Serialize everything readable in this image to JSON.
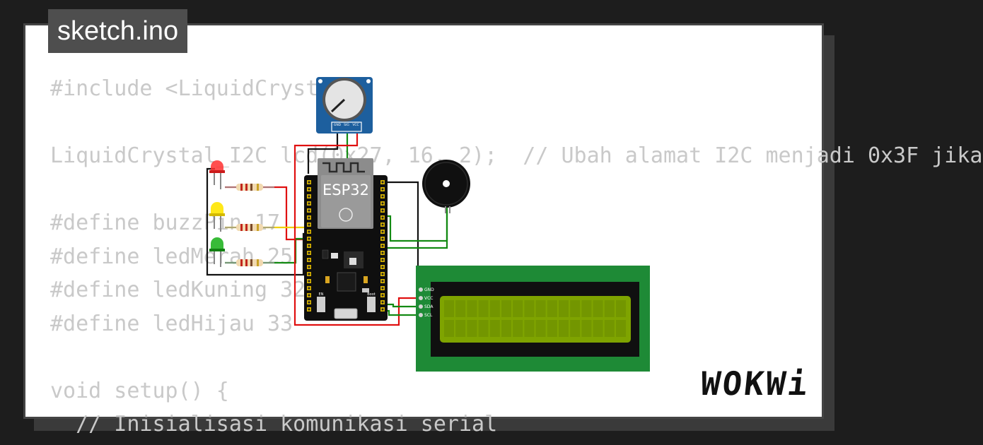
{
  "tab": {
    "title": "sketch.ino"
  },
  "code_lines": [
    "#include <LiquidCrystal_I",
    "",
    "LiquidCrystal_I2C lcd(0x27, 16, 2);  // Ubah alamat I2C menjadi 0x3F jika",
    "",
    "#define buzzPin 17",
    "#define ledMerah 25",
    "#define ledKuning 32",
    "#define ledHijau 33",
    "",
    "void setup() {",
    "  // Inisialisasi komunikasi serial"
  ],
  "board": {
    "label": "ESP32",
    "en_label": "EN",
    "boot_label": "Boot"
  },
  "potentiometer": {
    "pins": [
      "GND",
      "SIG",
      "VCC"
    ]
  },
  "lcd": {
    "pins": [
      "GND",
      "VCC",
      "SDA",
      "SCL"
    ]
  },
  "brand": {
    "logo": "WOKWi"
  },
  "colors": {
    "background": "#1d1d1d",
    "card": "#ffffff",
    "tab": "#4e4e4e",
    "code_text": "#c9c9c9",
    "wire_red": "#e01010",
    "wire_green": "#138a13",
    "wire_black": "#111111",
    "wire_yellow": "#f0d000",
    "lcd_board": "#1e8a36",
    "lcd_screen": "#7fa400",
    "pot_board": "#1d5f9e"
  }
}
